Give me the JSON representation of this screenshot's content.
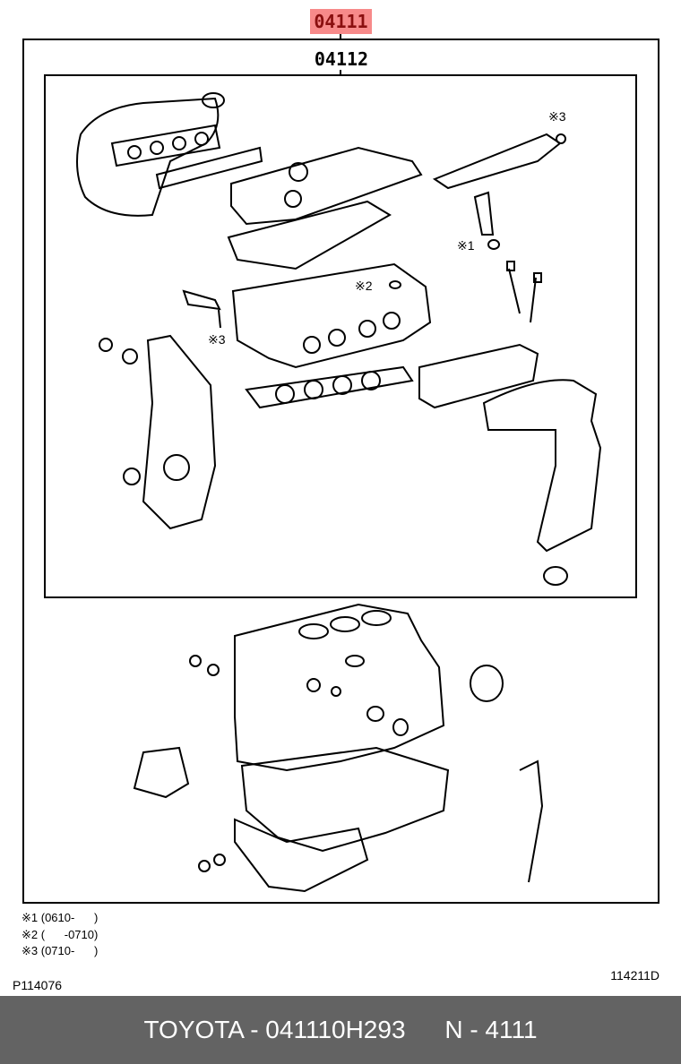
{
  "diagram": {
    "main_part_number": "04111",
    "sub_part_number": "04112",
    "callouts": [
      "※3",
      "※1",
      "※2",
      "※3"
    ],
    "legend": [
      {
        "mark": "※1",
        "range": "(0610-      )"
      },
      {
        "mark": "※2",
        "range": "(      -0710)"
      },
      {
        "mark": "※3",
        "range": "(0710-      )"
      }
    ],
    "page_ref": "P114076",
    "illustration_id": "114211D"
  },
  "footer": {
    "brand_part": "TOYOTA - 041110H293",
    "code": "N - 4111"
  },
  "colors": {
    "highlight": "#f78a8a",
    "footer_bg": "#636363"
  }
}
